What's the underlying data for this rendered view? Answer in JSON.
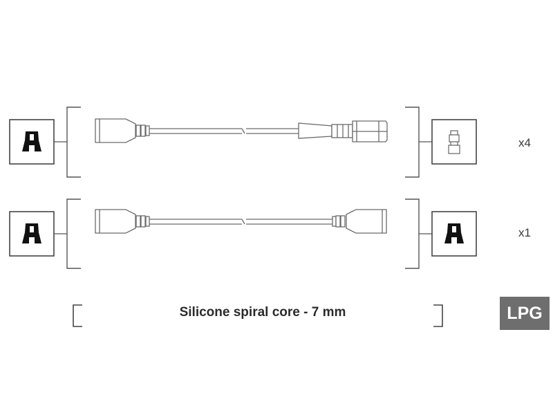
{
  "rows": [
    {
      "quantity": "x4",
      "left_connector": "straight-boot-icon",
      "right_connector": "stepped-terminal-icon"
    },
    {
      "quantity": "x1",
      "left_connector": "straight-boot-icon",
      "right_connector": "straight-boot-icon"
    }
  ],
  "caption": "Silicone spiral core - 7 mm",
  "badge": "LPG",
  "colors": {
    "line": "#555555",
    "cable": "#6a6a6a",
    "badge_bg": "#6e6e6e",
    "boot_fill": "#111111"
  }
}
